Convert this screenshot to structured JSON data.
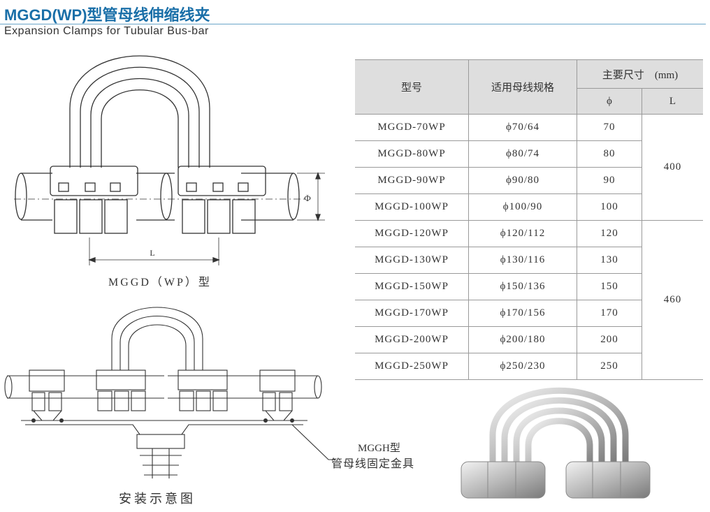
{
  "header": {
    "title_cn": "MGGD(WP)型管母线伸缩线夹",
    "title_en": "Expansion Clamps for Tubular Bus-bar"
  },
  "diagram_top": {
    "caption": "MGGD（WP）型",
    "dim_L": "L",
    "dim_phi": "Φ"
  },
  "diagram_bottom": {
    "caption": "安装示意图",
    "callout_line1": "MGGH型",
    "callout_line2": "管母线固定金具"
  },
  "table": {
    "col_model": "型号",
    "col_spec": "适用母线规格",
    "col_dims": "主要尺寸　(mm)",
    "col_phi": "ϕ",
    "col_L": "L",
    "rows": [
      {
        "model": "MGGD-70WP",
        "spec": "ϕ70/64",
        "phi": "70"
      },
      {
        "model": "MGGD-80WP",
        "spec": "ϕ80/74",
        "phi": "80"
      },
      {
        "model": "MGGD-90WP",
        "spec": "ϕ90/80",
        "phi": "90"
      },
      {
        "model": "MGGD-100WP",
        "spec": "ϕ100/90",
        "phi": "100"
      },
      {
        "model": "MGGD-120WP",
        "spec": "ϕ120/112",
        "phi": "120"
      },
      {
        "model": "MGGD-130WP",
        "spec": "ϕ130/116",
        "phi": "130"
      },
      {
        "model": "MGGD-150WP",
        "spec": "ϕ150/136",
        "phi": "150"
      },
      {
        "model": "MGGD-170WP",
        "spec": "ϕ170/156",
        "phi": "170"
      },
      {
        "model": "MGGD-200WP",
        "spec": "ϕ200/180",
        "phi": "200"
      },
      {
        "model": "MGGD-250WP",
        "spec": "ϕ250/230",
        "phi": "250"
      }
    ],
    "L_group1": "400",
    "L_group2": "460"
  },
  "colors": {
    "title_blue": "#1a6fa8",
    "header_gray": "#dedede",
    "line": "#333333"
  }
}
